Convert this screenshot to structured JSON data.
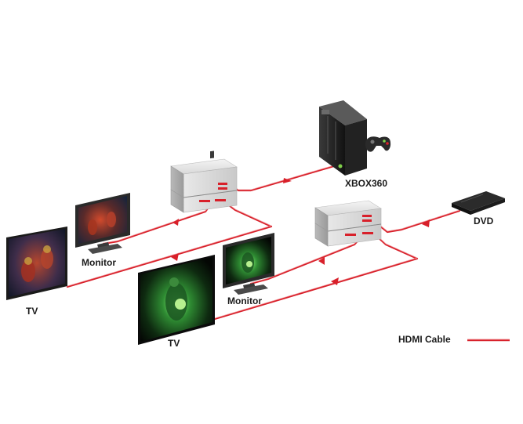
{
  "labels": {
    "xbox": "XBOX360",
    "dvd": "DVD",
    "tv_left": "TV",
    "monitor_left": "Monitor",
    "tv_right": "TV",
    "monitor_right": "Monitor"
  },
  "legend": {
    "cable_label": "HDMI Cable"
  },
  "colors": {
    "cable": "#d8202a",
    "box_body": "#e6e6e6",
    "text": "#1a1a1a"
  },
  "icons": {
    "xbox": "game-console-icon",
    "controller": "gamepad-icon",
    "dvd": "dvd-player-icon",
    "splitter": "hdmi-splitter-icon",
    "tv": "tv-screen-icon",
    "monitor": "monitor-icon"
  }
}
